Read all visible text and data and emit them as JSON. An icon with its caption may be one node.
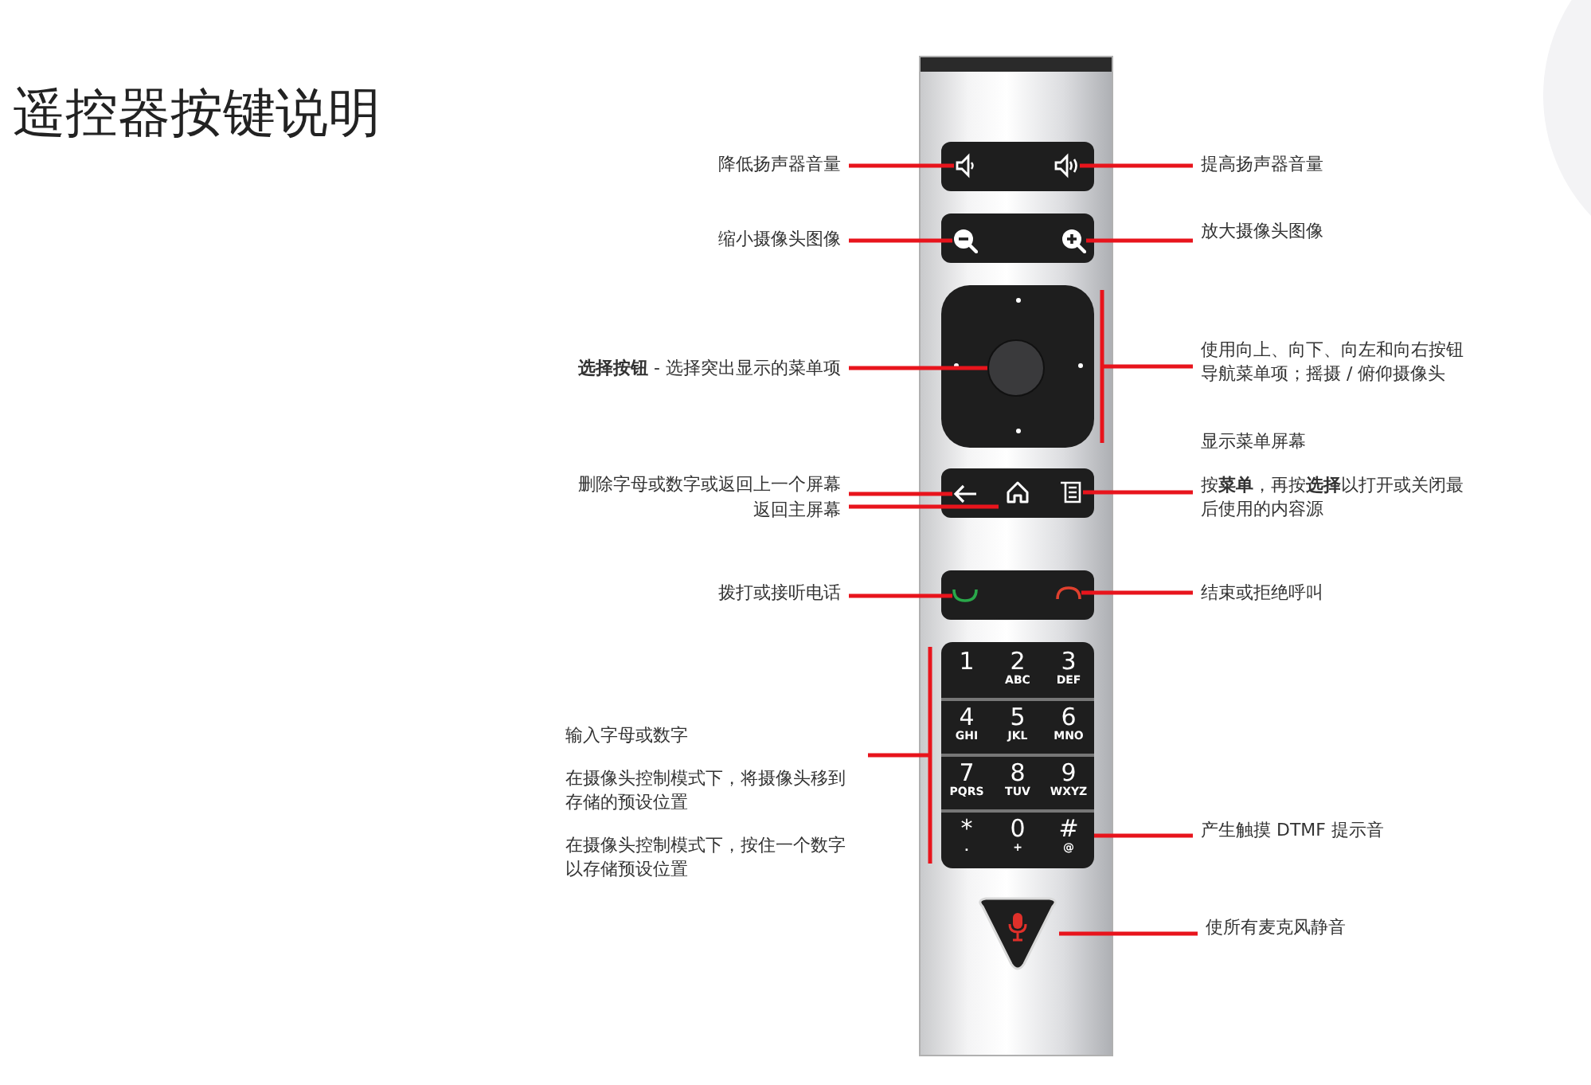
{
  "diagram": {
    "title": "遥控器按键说明",
    "nodes": [
      {
        "text": [],
        "shape": "box"
      },
      {
        "text": [],
        "shape": "box",
        "in": 0
      },
      {
        "text": [],
        "shape": "picture",
        "in": 1
      },
      {
        "text": [],
        "shape": "picture",
        "in": 1
      },
      {
        "text": [
          "降低扬声器音量"
        ]
      },
      {
        "text": [
          "提高扬声器音量"
        ]
      },
      {
        "text": [],
        "shape": "box",
        "in": 0
      },
      {
        "text": [],
        "shape": "picture",
        "in": 6
      },
      {
        "text": [],
        "shape": "picture",
        "in": 6
      },
      {
        "text": [
          "缩小摄像头图像"
        ]
      },
      {
        "text": [
          "放大摄像头图像"
        ]
      },
      {
        "text": [],
        "shape": "box",
        "in": 0
      },
      {
        "text": [],
        "shape": "circle",
        "in": 11
      },
      {
        "text": [
          "**选择按钮** - 选择突出显示的菜单项"
        ]
      },
      {
        "text": [
          "使用向上、向下、向左和向右按钮导航菜单项；摇摄 / 俯仰摄像头"
        ]
      },
      {
        "text": [],
        "shape": "box",
        "in": 0
      },
      {
        "text": [],
        "shape": "picture",
        "in": 15
      },
      {
        "text": [],
        "shape": "picture",
        "in": 15
      },
      {
        "text": [],
        "shape": "picture",
        "in": 15
      },
      {
        "text": [
          "删除字母或数字或返回上一个屏幕"
        ]
      },
      {
        "text": [
          "按**菜单**，再按**选择**以打开或关闭最后使用的内容源"
        ]
      },
      {
        "text": [
          "返回主屏幕"
        ]
      },
      {
        "text": [],
        "shape": "box",
        "in": 0
      },
      {
        "text": [],
        "shape": "picture",
        "in": 22
      },
      {
        "text": [],
        "shape": "picture",
        "in": 22
      },
      {
        "text": [
          "拨打或接听电话"
        ]
      },
      {
        "text": [
          "结束或拒绝呼叫"
        ]
      },
      {
        "text": [],
        "shape": "box",
        "in": 0
      },
      {
        "text": [
          "1"
        ],
        "in": 27
      },
      {
        "text": [
          "2",
          "ABC"
        ],
        "in": 27
      },
      {
        "text": [
          "3",
          "DEF"
        ],
        "in": 27
      },
      {
        "text": [
          "4",
          "GHI"
        ],
        "in": 27
      },
      {
        "text": [
          "5",
          "JKL"
        ],
        "in": 27
      },
      {
        "text": [
          "6",
          "MNO"
        ],
        "in": 27
      },
      {
        "text": [
          "7",
          "PQRS"
        ],
        "in": 27
      },
      {
        "text": [
          "8",
          "TUV"
        ],
        "in": 27
      },
      {
        "text": [
          "9",
          "WXYZ"
        ],
        "in": 27
      },
      {
        "text": [
          "*",
          "."
        ],
        "in": 27
      },
      {
        "text": [
          "0",
          "+"
        ],
        "in": 27
      },
      {
        "text": [
          "#",
          "@"
        ],
        "in": 27
      },
      {
        "text": [
          "输入字母或数字",
          "在摄像头控制模式下，将摄像头移到存储的预设位置",
          "在摄像头控制模式下，按住一个数字以存储预设位置"
        ]
      },
      {
        "text": [
          "产生触摸 DTMF 提示音"
        ]
      },
      {
        "text": [],
        "shape": "triangle",
        "in": 0
      },
      {
        "text": [
          "使所有麦克风静音"
        ]
      }
    ],
    "edges": [
      {
        "from": 4,
        "to": 2,
        "arrow": "none"
      },
      {
        "from": 5,
        "to": 3,
        "arrow": "none"
      },
      {
        "from": 9,
        "to": 7,
        "arrow": "none"
      },
      {
        "from": 10,
        "to": 8,
        "arrow": "none"
      },
      {
        "from": 13,
        "to": 12,
        "arrow": "none"
      },
      {
        "from": 14,
        "to": 11,
        "arrow": "none"
      },
      {
        "from": 19,
        "to": 16,
        "arrow": "none"
      },
      {
        "from": 21,
        "to": 17,
        "arrow": "none"
      },
      {
        "from": 20,
        "to": 18,
        "arrow": "none"
      },
      {
        "from": 25,
        "to": 23,
        "arrow": "none"
      },
      {
        "from": 26,
        "to": 24,
        "arrow": "none"
      },
      {
        "from": 40,
        "to": 27,
        "arrow": "none"
      },
      {
        "from": 41,
        "to": 39,
        "arrow": "none"
      },
      {
        "from": 43,
        "to": 42,
        "arrow": "none"
      }
    ],
    "labels": [
      "显示菜单屏幕"
    ]
  }
}
